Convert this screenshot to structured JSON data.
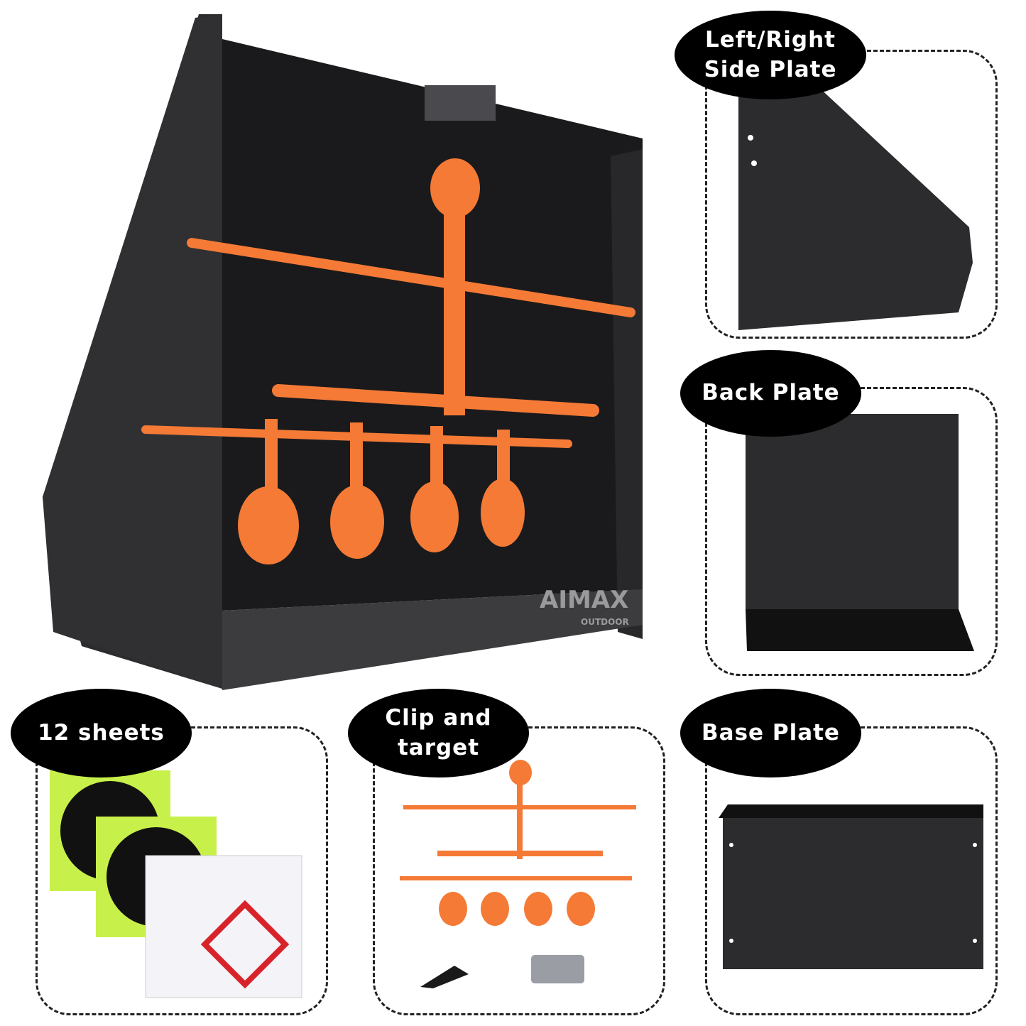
{
  "product": {
    "logo_text": "AIMAX",
    "logo_subtext": "OUTDOOR"
  },
  "colors": {
    "target_orange": "#f47a36",
    "plate_dark": "#2b2b2d",
    "label_bg": "#000000",
    "label_text": "#ffffff"
  },
  "panels": {
    "side_plate": {
      "label": "Left/Right Side Plate"
    },
    "back_plate": {
      "label": "Back Plate"
    },
    "sheets": {
      "label": "12 sheets"
    },
    "clip_target": {
      "label": "Clip and target"
    },
    "base_plate": {
      "label": "Base Plate"
    }
  }
}
